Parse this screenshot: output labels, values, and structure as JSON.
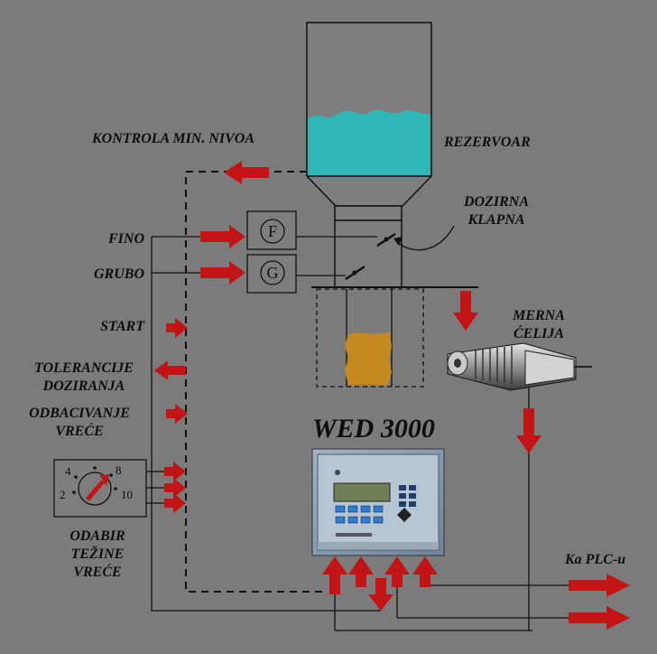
{
  "labels": {
    "kontrola": "KONTROLA MIN. NIVOA",
    "rezervoar": "REZERVOAR",
    "dozirna": "DOZIRNA KLAPNA",
    "fino": "FINO",
    "grubo": "GRUBO",
    "merna": "MERNA ĆELIJA",
    "start": "START",
    "tolerancije": "TOLERANCIJE DOZIRANJA",
    "odbacivanje": "ODBACIVANJE VREĆE",
    "wed": "WED 3000",
    "odabir": "ODABIR TEŽINE VREĆE",
    "plc": "Ka PLC-u"
  },
  "valves": {
    "fine": "F",
    "coarse": "G"
  },
  "selector": {
    "values": [
      "4",
      "8",
      "2",
      "10"
    ]
  },
  "colors": {
    "arrow": "#c21414",
    "liquid": "#2fb7b7",
    "product": "#c58a1f",
    "background": "#7b7b7b"
  }
}
